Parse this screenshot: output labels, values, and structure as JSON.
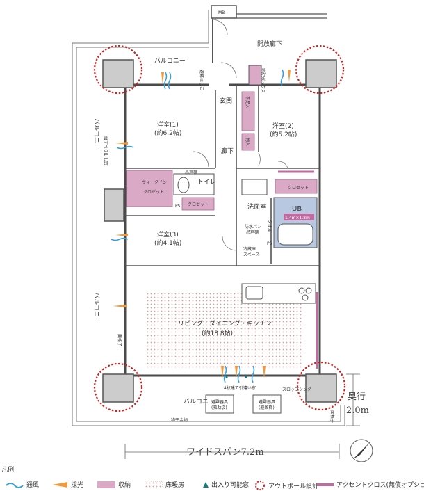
{
  "rooms": {
    "mb": "MB",
    "open_corridor": "開放廊下",
    "balcony_top": "バルコニー",
    "balcony_left_1": "バルコニー",
    "balcony_left_2": "バルコニー",
    "balcony_bottom": "バルコニー",
    "emergency_ladder": "避難はしご",
    "delivery_box": "宅配ボックス",
    "entrance": "玄関",
    "shoe_closet": "下足入",
    "storage": "物入",
    "corridor": "廊下",
    "western1_name": "洋室(1)",
    "western1_size": "(約6.2帖)",
    "western2_name": "洋室(2)",
    "western2_size": "(約5.2帖)",
    "western3_name": "洋室(3)",
    "western3_size": "(約4.1帖)",
    "walkin": "ウォークイン",
    "closet": "クロゼット",
    "toilet": "トイレ",
    "toilet_cabinet": "吊戸棚",
    "ps": "PS",
    "washroom": "洗面室",
    "ub": "UB",
    "ub_size": "1.4m×1.8m",
    "pan": "防水パン",
    "pan_cabinet": "吊戸棚",
    "towel": "タオル",
    "fridge": "冷蔵庫",
    "fridge2": "スペース",
    "ldk_name": "リビング・ダイニング・キッチン",
    "ldk_size": "(約18.8帖)",
    "door_note": "4枚建て引違い窓",
    "slop_sink": "スロップシンク",
    "evac1": "避難器具",
    "evac1b": "(救助袋)",
    "evac2": "避難器具",
    "evac2b": "(避難梯)",
    "dryer": "物干金物",
    "side_window": "縦すべり出し窓",
    "louver": "面格子",
    "louver2": "面格子"
  },
  "dimensions": {
    "depth_label": "奥行",
    "depth_value": "2.0m",
    "wide_span": "ワイドスパン7.2m"
  },
  "legend": {
    "title": "凡例",
    "items": [
      {
        "label": "通風",
        "icon": "wave-icon",
        "color": "#3aa0d8"
      },
      {
        "label": "採光",
        "icon": "light-icon",
        "color": "#f29a3b"
      },
      {
        "label": "収納",
        "icon": "storage-swatch",
        "color": "#d9a9c6"
      },
      {
        "label": "床暖房",
        "icon": "floor-heating-swatch",
        "color": "#e8a0a0"
      },
      {
        "label": "出入り可能窓",
        "icon": "triangle-icon",
        "color": "#1a7a7a"
      },
      {
        "label": "アウトポール設計",
        "icon": "dotted-circle-icon",
        "color": "#cc2222"
      },
      {
        "label": "アクセントクロス(無償オプション)",
        "icon": "accent-line-icon",
        "color": "#c06aa0"
      }
    ]
  },
  "colors": {
    "wall": "#555555",
    "storage": "#d9a9c6",
    "ub": "#b8c8e0",
    "floor_heat_dot": "#e09a9a",
    "outpole": "#cc2222",
    "wind": "#3aa0d8",
    "light": "#f29a3b"
  }
}
